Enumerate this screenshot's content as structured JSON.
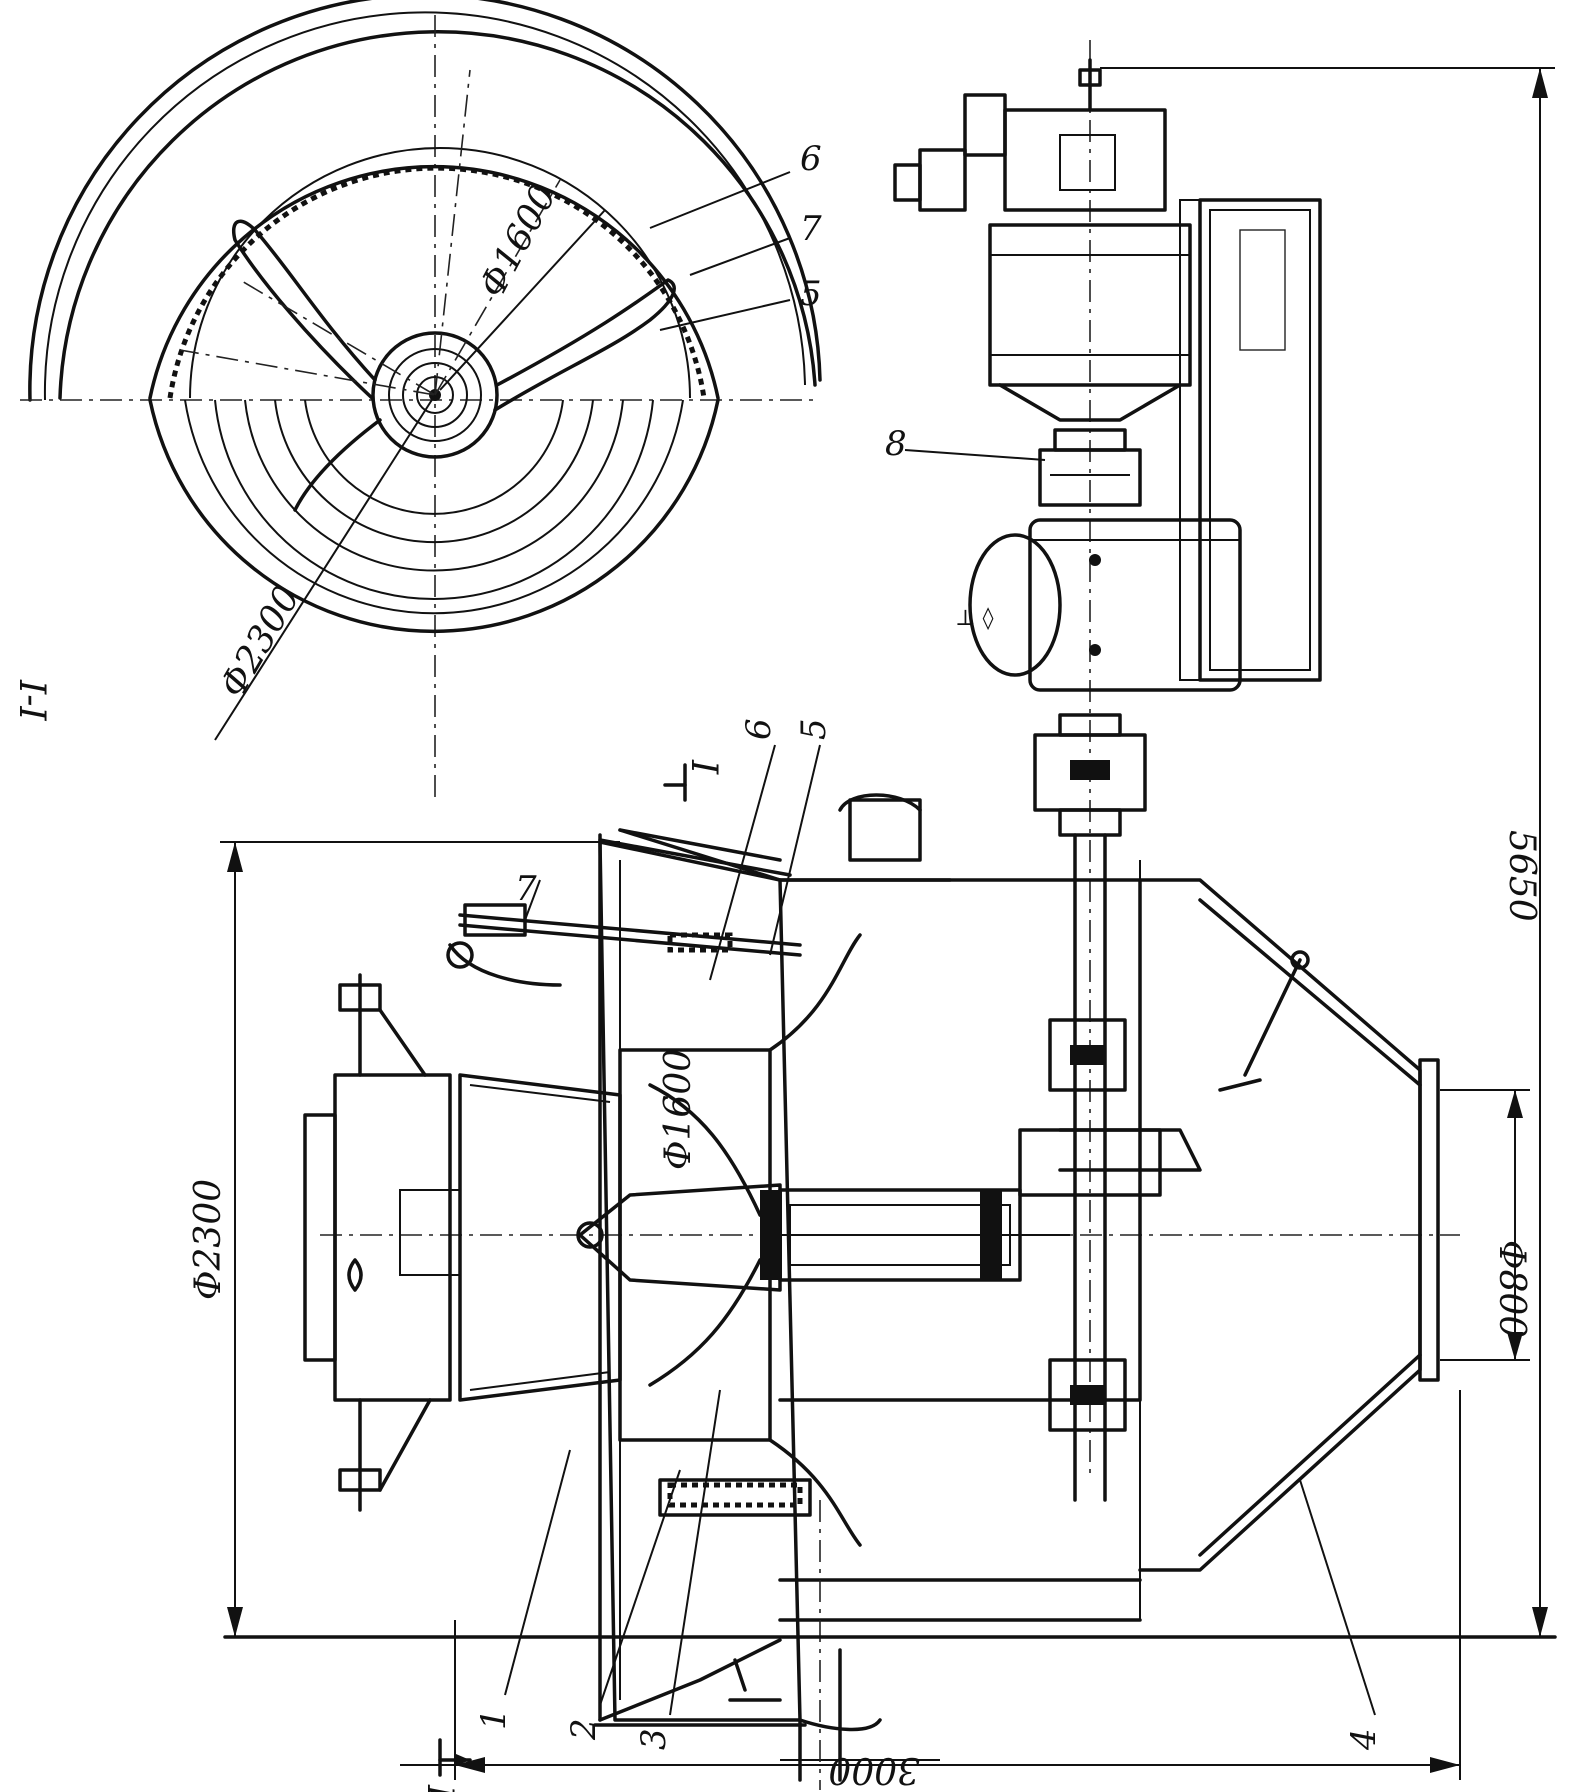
{
  "section_label": "I-I",
  "section_marker": "I",
  "dimensions": {
    "outer_diameter_plan": "Φ2300",
    "impeller_diameter_plan": "Φ1600",
    "outer_diameter_side": "Φ2300",
    "impeller_diameter_side": "Φ1600",
    "outlet_diameter": "Φ800",
    "overall_length": "5650",
    "overall_width": "3000"
  },
  "callouts": {
    "plan": [
      "6",
      "7",
      "5"
    ],
    "side": [
      "7",
      "6",
      "5",
      "1",
      "2",
      "3",
      "4",
      "8"
    ]
  },
  "colors": {
    "ink": "#111111",
    "paper": "#ffffff"
  }
}
